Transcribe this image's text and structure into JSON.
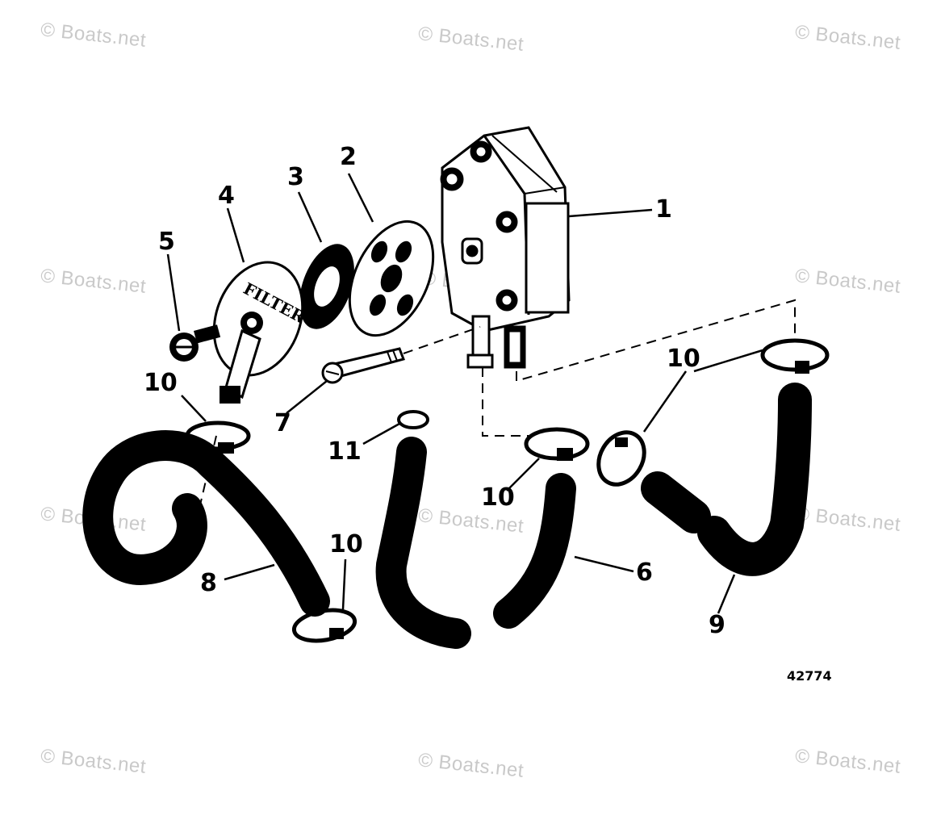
{
  "watermark": "© Boats.net",
  "figure_number": "42774",
  "filter_text": "FILTER",
  "callouts": {
    "c1": "1",
    "c2": "2",
    "c3": "3",
    "c4": "4",
    "c5": "5",
    "c6": "6",
    "c7": "7",
    "c8": "8",
    "c9": "9",
    "c10a": "10",
    "c10b": "10",
    "c10c": "10",
    "c10d": "10",
    "c11": "11"
  }
}
